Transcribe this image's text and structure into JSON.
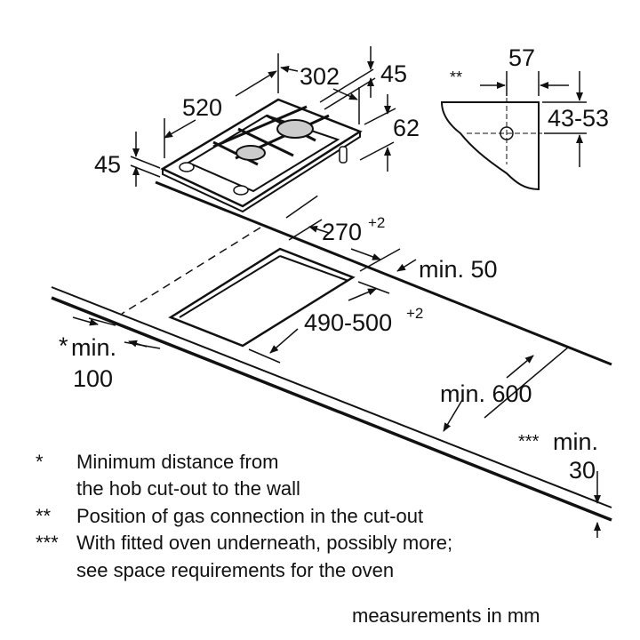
{
  "hob": {
    "depth": "520",
    "width": "302",
    "offset_top": "45",
    "height": "62",
    "front_offset": "45"
  },
  "connection": {
    "marker": "**",
    "offset": "57",
    "height_range": "43-53"
  },
  "cutout": {
    "width": "270",
    "width_tol": "+2",
    "depth": "490-500",
    "depth_tol": "+2",
    "min_back": "min. 50",
    "min_wall_marker": "*",
    "min_wall_1": "min.",
    "min_wall_2": "100",
    "worktop_depth": "min. 600",
    "thickness_marker": "***",
    "thickness_1": "min.",
    "thickness_2": "30"
  },
  "notes": [
    {
      "marker": "*",
      "lines": [
        "Minimum distance from",
        "the hob cut-out to the wall"
      ]
    },
    {
      "marker": "**",
      "lines": [
        "Position of gas connection in the cut-out"
      ]
    },
    {
      "marker": "***",
      "lines": [
        "With fitted oven underneath, possibly more;",
        "see space requirements for the oven"
      ]
    }
  ],
  "units": "measurements in mm"
}
